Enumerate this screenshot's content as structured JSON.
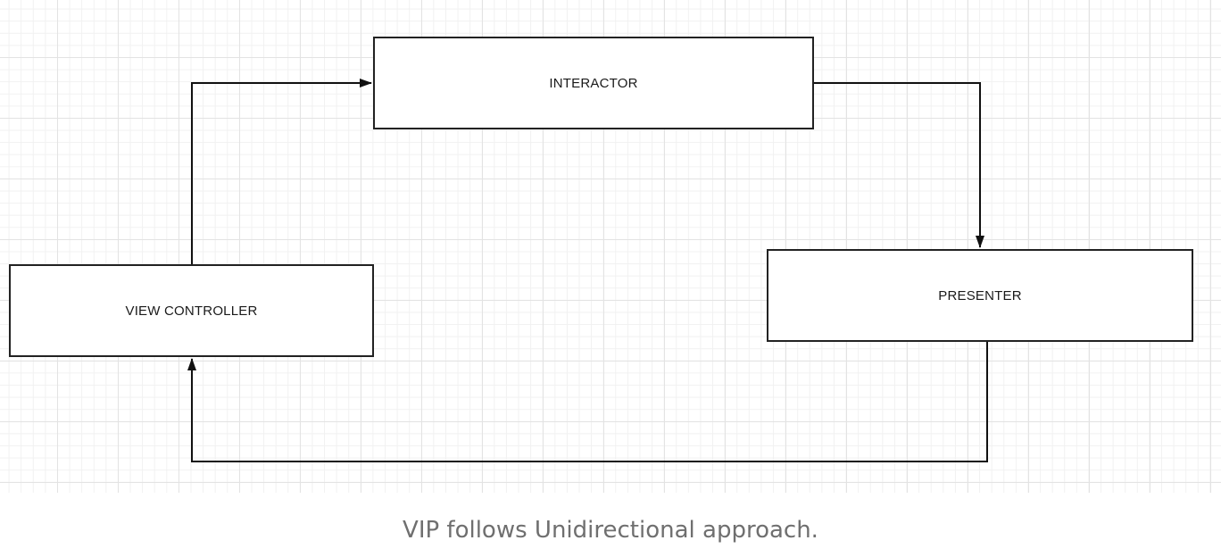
{
  "diagram": {
    "nodes": {
      "interactor": "INTERACTOR",
      "presenter": "PRESENTER",
      "view_controller": "VIEW CONTROLLER"
    },
    "edges": [
      {
        "from": "view_controller",
        "to": "interactor"
      },
      {
        "from": "interactor",
        "to": "presenter"
      },
      {
        "from": "presenter",
        "to": "view_controller"
      }
    ],
    "colors": {
      "line": "#111111",
      "caption": "#6f6f6f"
    }
  },
  "caption": "VIP follows Unidirectional approach."
}
